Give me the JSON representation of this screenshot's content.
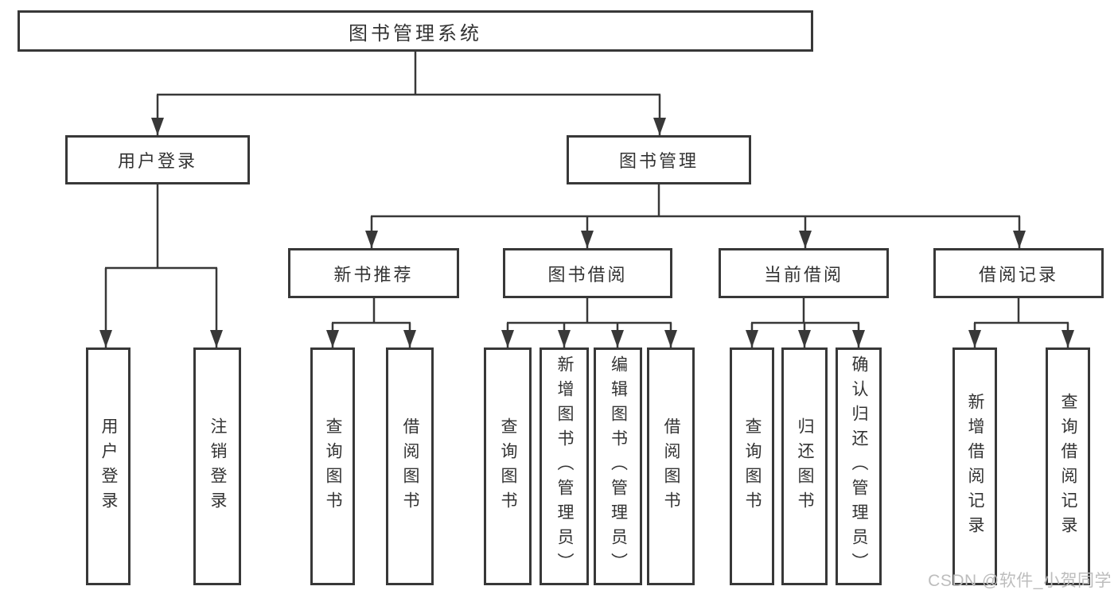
{
  "diagram": {
    "tree": {
      "root": {
        "label": "图书管理系统",
        "children": [
          {
            "label": "用户登录",
            "children": [
              {
                "label": "用户登录"
              },
              {
                "label": "注销登录"
              }
            ]
          },
          {
            "label": "图书管理",
            "children": [
              {
                "label": "新书推荐",
                "children": [
                  {
                    "label": "查询图书"
                  },
                  {
                    "label": "借阅图书"
                  }
                ]
              },
              {
                "label": "图书借阅",
                "children": [
                  {
                    "label": "查询图书"
                  },
                  {
                    "label": "新增图书（管理员）"
                  },
                  {
                    "label": "编辑图书（管理员）"
                  },
                  {
                    "label": "借阅图书"
                  }
                ]
              },
              {
                "label": "当前借阅",
                "children": [
                  {
                    "label": "查询图书"
                  },
                  {
                    "label": "归还图书"
                  },
                  {
                    "label": "确认归还（管理员）"
                  }
                ]
              },
              {
                "label": "借阅记录",
                "children": [
                  {
                    "label": "新增借阅记录"
                  },
                  {
                    "label": "查询借阅记录"
                  }
                ]
              }
            ]
          }
        ]
      }
    },
    "colors": {
      "border": "#383838",
      "text": "#333333",
      "background": "#ffffff",
      "watermark": "#bdbdbd"
    }
  },
  "watermark": {
    "text": "CSDN @软件_小贺同学"
  }
}
